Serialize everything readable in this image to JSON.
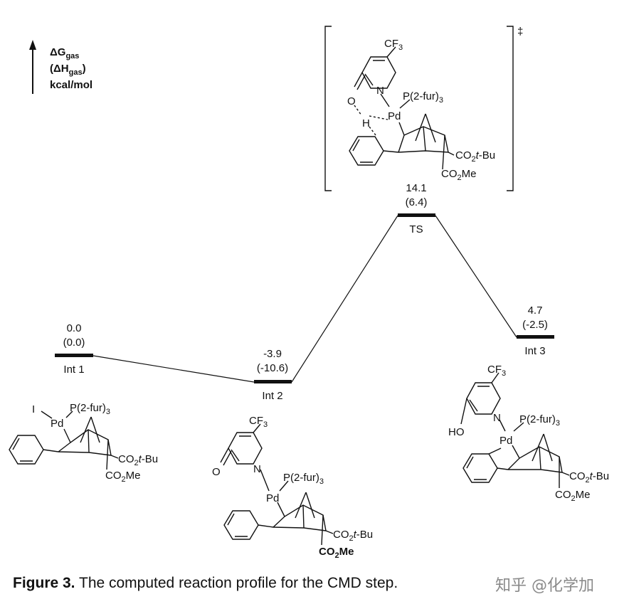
{
  "axis": {
    "line1": "ΔG",
    "line1_sub": "gas",
    "line2_open": "(ΔH",
    "line2_sub": "gas",
    "line2_close": ")",
    "unit": "kcal/mol"
  },
  "levels": [
    {
      "name": "Int 1",
      "dG": "0.0",
      "dH": "(0.0)"
    },
    {
      "name": "Int 2",
      "dG": "-3.9",
      "dH": "(-10.6)"
    },
    {
      "name": "TS",
      "dG": "14.1",
      "dH": "(6.4)"
    },
    {
      "name": "Int 3",
      "dG": "4.7",
      "dH": "(-2.5)"
    }
  ],
  "ts_mark": "‡",
  "labels": {
    "cf3": "CF",
    "cf3_sub": "3",
    "p_fur": "P(2-fur)",
    "p_fur_sub": "3",
    "pd": "Pd",
    "iodide": "I",
    "n": "N",
    "o": "O",
    "h": "H",
    "ho": "HO",
    "co2tbu_a": "CO",
    "co2tbu_sub": "2",
    "co2tbu_b": "t",
    "co2tbu_c": "-Bu",
    "co2me_a": "CO",
    "co2me_sub": "2",
    "co2me_b": "Me"
  },
  "caption": {
    "bold": "Figure 3.",
    "text": " The computed reaction profile for the CMD step."
  },
  "watermark": "知乎 @化学加"
}
